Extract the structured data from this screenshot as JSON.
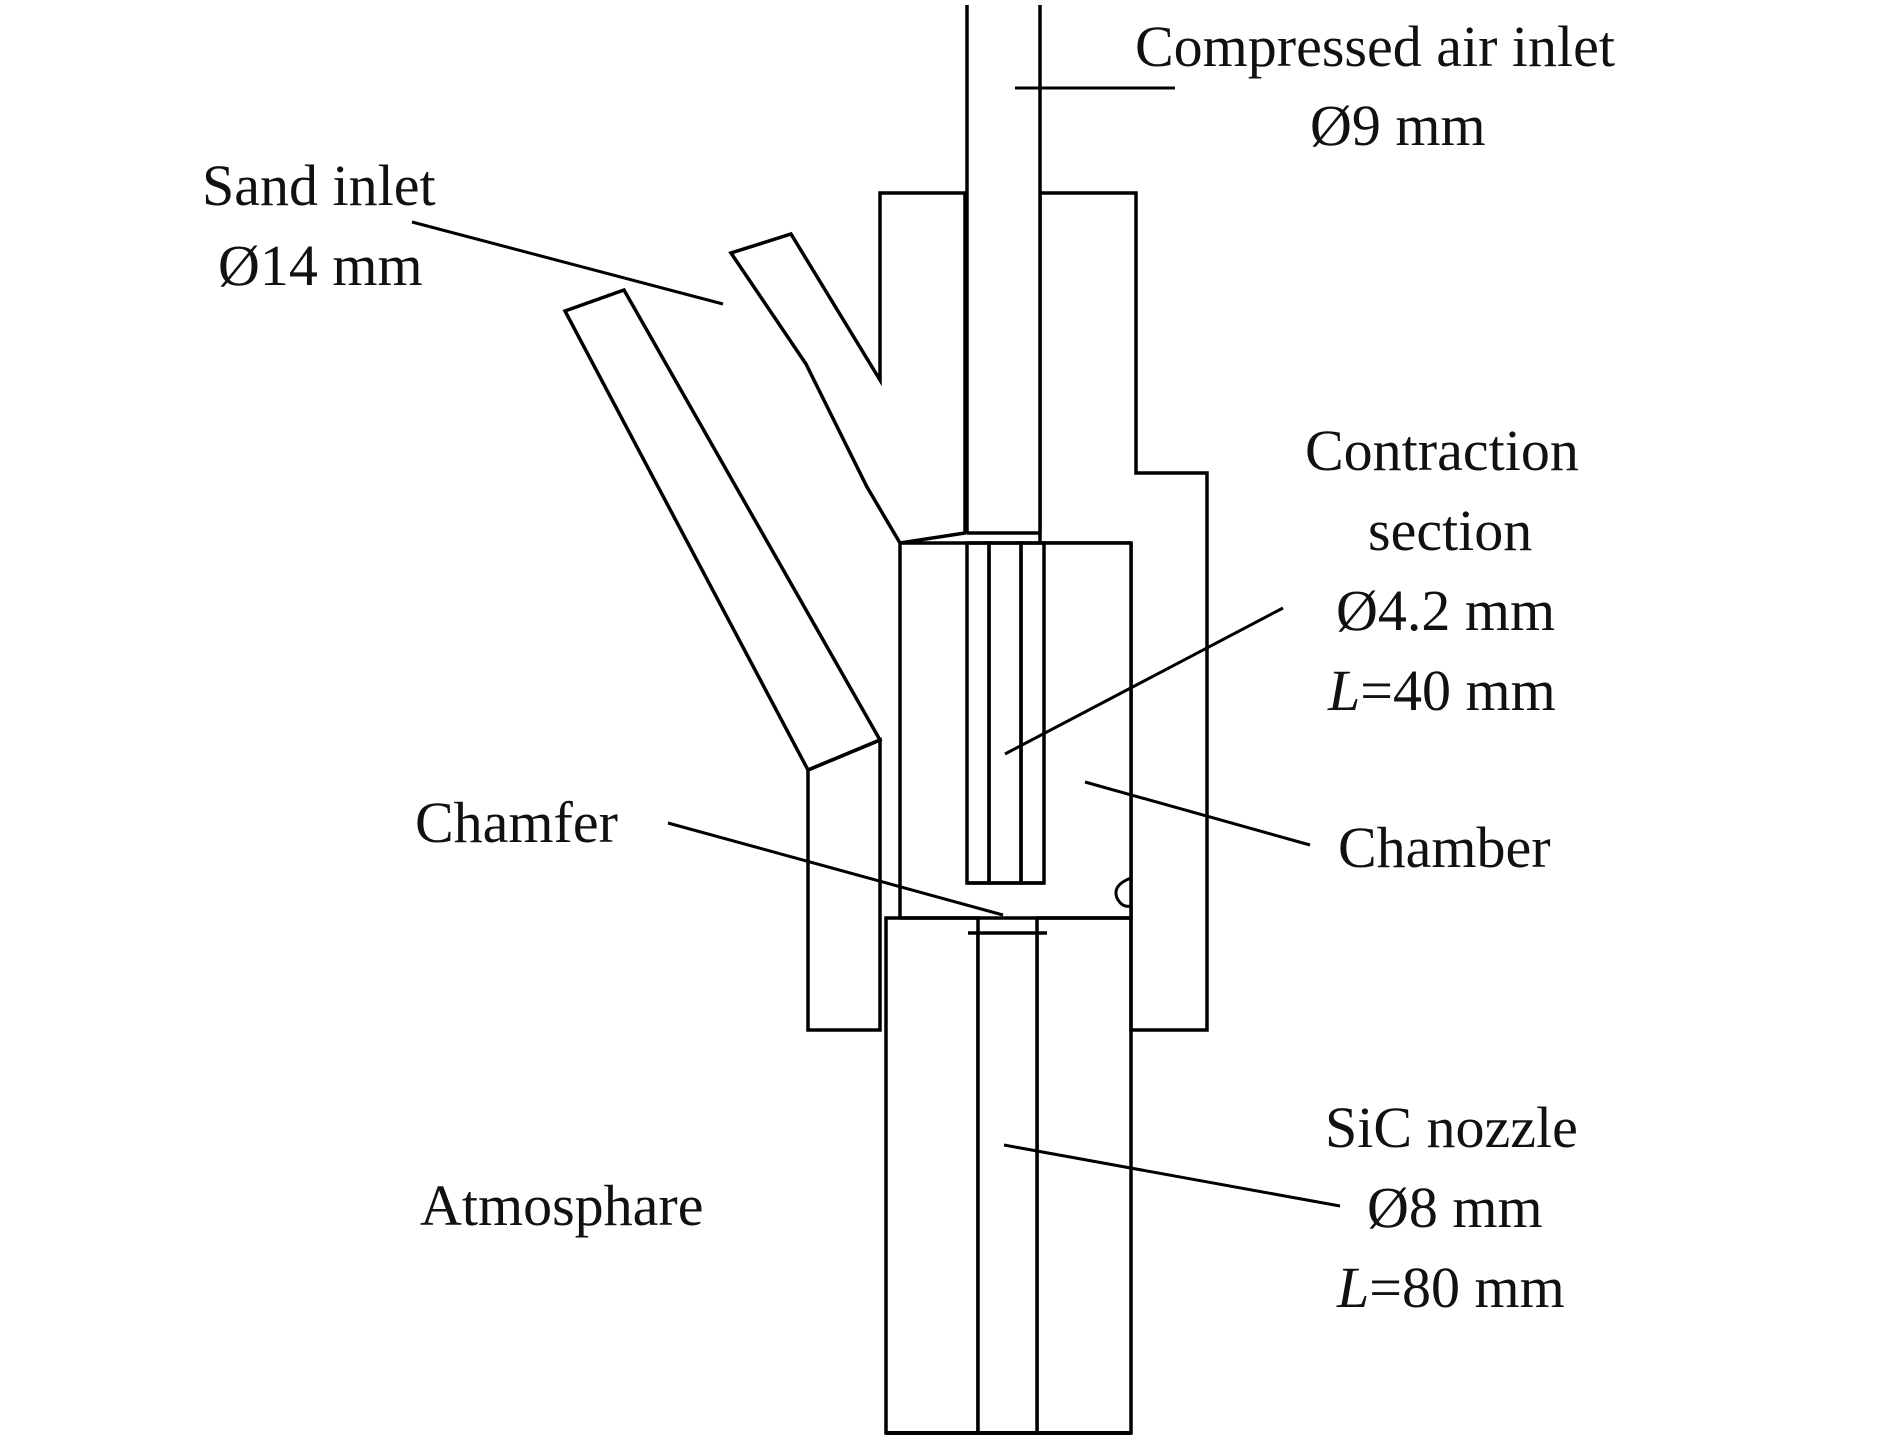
{
  "figure": {
    "title": "Sandblasting nozzle cross-section schematic",
    "colors": {
      "ink": "#000000",
      "background": "#ffffff"
    },
    "labels": {
      "air_inlet": {
        "line1": "Compressed air inlet",
        "line2": "Ø9 mm"
      },
      "sand_inlet": {
        "line1": "Sand inlet",
        "line2": "Ø14 mm"
      },
      "contraction": {
        "line1": "Contraction",
        "line2": "section",
        "line3": "Ø4.2 mm",
        "line4_var": "L",
        "line4_rest": "=40 mm"
      },
      "chamfer": {
        "line1": "Chamfer"
      },
      "chamber": {
        "line1": "Chamber"
      },
      "atmosphere": {
        "line1": "Atmosphare"
      },
      "nozzle": {
        "line1": "SiC nozzle",
        "line2": "Ø8 mm",
        "line3_var": "L",
        "line3_rest": "=80 mm"
      }
    },
    "hatch_legend": {
      "body": "diagonal-hatch",
      "sand_pipe": "diagonal-hatch",
      "contraction_tube": "cross-hatch",
      "sic_nozzle": "cross-hatch"
    }
  }
}
